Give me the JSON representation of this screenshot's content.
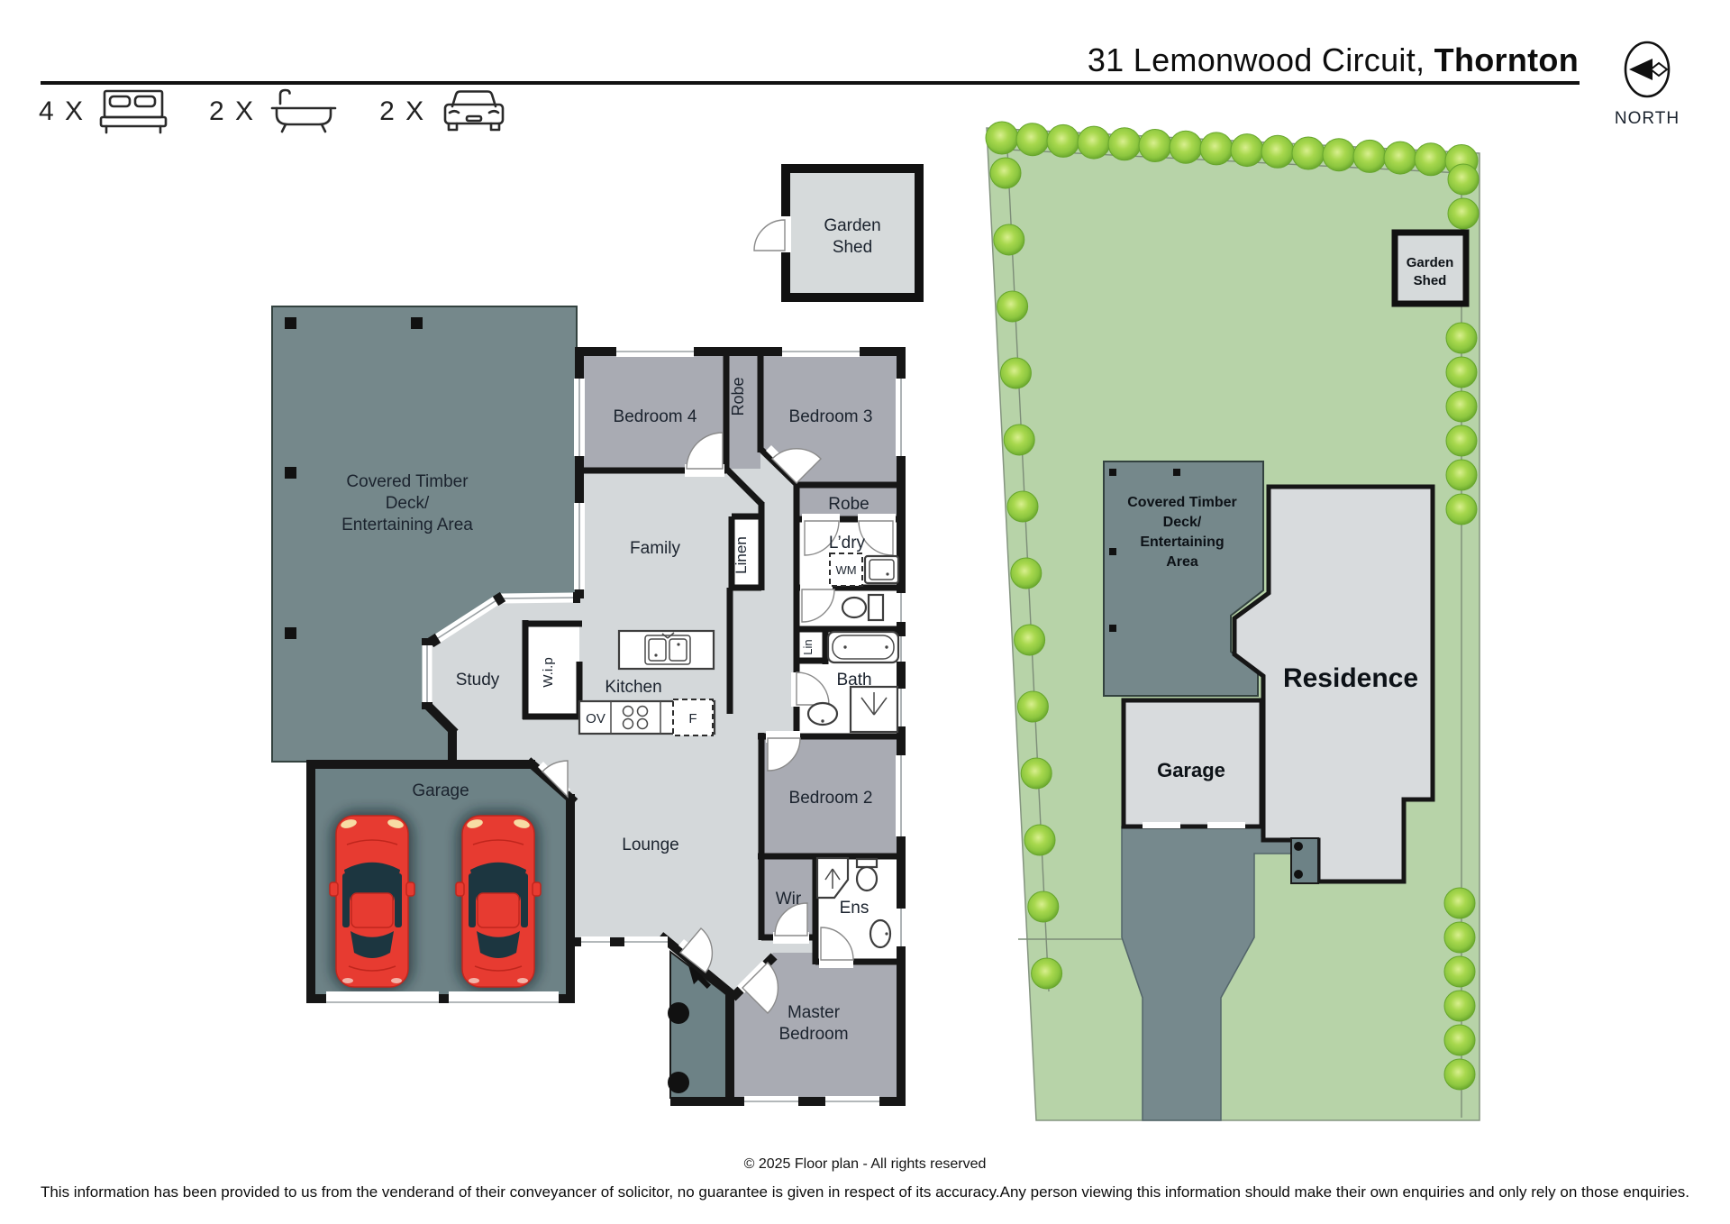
{
  "header": {
    "address_regular": "31 Lemonwood Circuit,",
    "address_bold": "Thornton",
    "north_label": "NORTH",
    "stats": [
      {
        "label": "4 X",
        "icon": "bed-icon"
      },
      {
        "label": "2 X",
        "icon": "bath-icon"
      },
      {
        "label": "2 X",
        "icon": "car-icon"
      }
    ]
  },
  "floor_plan": {
    "rooms": {
      "garden_shed_line1": "Garden",
      "garden_shed_line2": "Shed",
      "deck_line1": "Covered Timber",
      "deck_line2": "Deck/",
      "deck_line3": "Entertaining Area",
      "bedroom4": "Bedroom 4",
      "robe_vertical": "Robe",
      "bedroom3": "Bedroom 3",
      "robe": "Robe",
      "laundry": "L’dry",
      "family": "Family",
      "linen": "Linen",
      "study": "Study",
      "wip": "W.i.p",
      "kitchen": "Kitchen",
      "lin": "Lin",
      "bath": "Bath",
      "garage": "Garage",
      "lounge": "Lounge",
      "bedroom2": "Bedroom 2",
      "wir": "Wir",
      "ens": "Ens",
      "master_line1": "Master",
      "master_line2": "Bedroom"
    },
    "fixtures": {
      "washing_machine": "WM",
      "oven": "OV",
      "fridge": "F"
    }
  },
  "site_plan": {
    "labels": {
      "garden_shed_line1": "Garden",
      "garden_shed_line2": "Shed",
      "deck_line1": "Covered Timber",
      "deck_line2": "Deck/",
      "deck_line3": "Entertaining",
      "deck_line4": "Area",
      "residence": "Residence",
      "garage": "Garage"
    }
  },
  "footer": {
    "copyright": "© 2025 Floor plan  - All rights reserved",
    "disclaimer": "This information has been provided to us from the venderand of their conveyancer of solicitor, no guarantee is given in respect of its accuracy.Any person viewing this information should make their own enquiries and only rely on those enquiries."
  },
  "palette": {
    "wall": "#161616",
    "floor": "#d4d8da",
    "bedroom": "#a9abb3",
    "deck": "#75888b",
    "garage": "#6d8286",
    "shed": "#d6dadb",
    "lawn": "#b7d3a8",
    "residence": "#d8dbdd",
    "drive": "#76898d",
    "tree": "#8cc63f",
    "car": "#e73b31"
  }
}
